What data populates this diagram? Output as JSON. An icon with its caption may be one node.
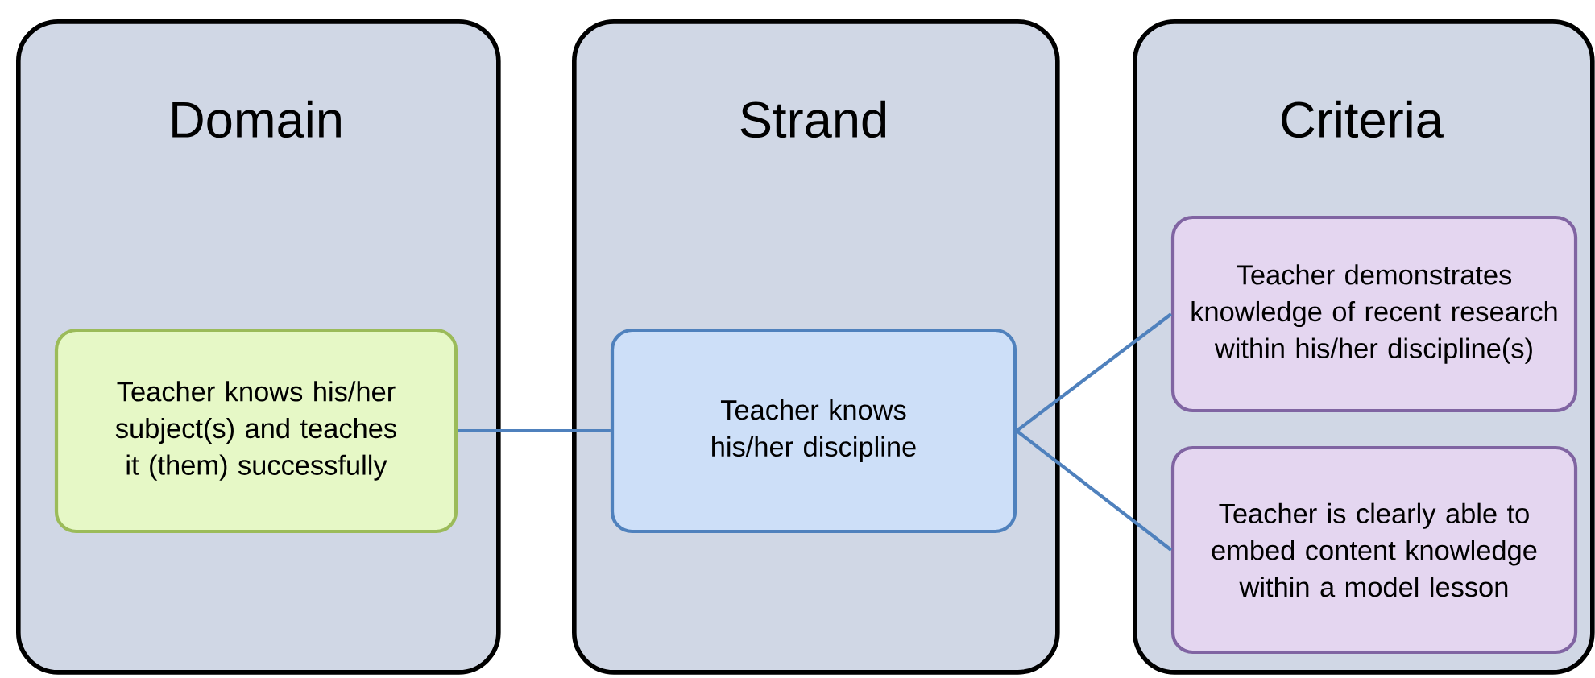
{
  "diagram": {
    "nodes": [
      {
        "text": [
          "Domain"
        ]
      },
      {
        "text": [
          "Strand"
        ]
      },
      {
        "text": [
          "Criteria"
        ]
      },
      {
        "text": [
          "Teacher knows his/her subject(s) and teaches it (them) successfully"
        ],
        "in": 0
      },
      {
        "text": [
          "Teacher knows his/her discipline"
        ],
        "in": 1
      },
      {
        "text": [
          "Teacher  demonstrates knowledge of recent research within his/her discipline(s)"
        ],
        "in": 2
      },
      {
        "text": [
          "Teacher is clearly able to embed content knowledge within a model lesson"
        ],
        "in": 2
      }
    ],
    "edges": [
      {
        "from": 3,
        "to": 4,
        "arrow": "none"
      },
      {
        "from": 4,
        "to": 5,
        "arrow": "none"
      },
      {
        "from": 4,
        "to": 6,
        "arrow": "none"
      }
    ]
  }
}
